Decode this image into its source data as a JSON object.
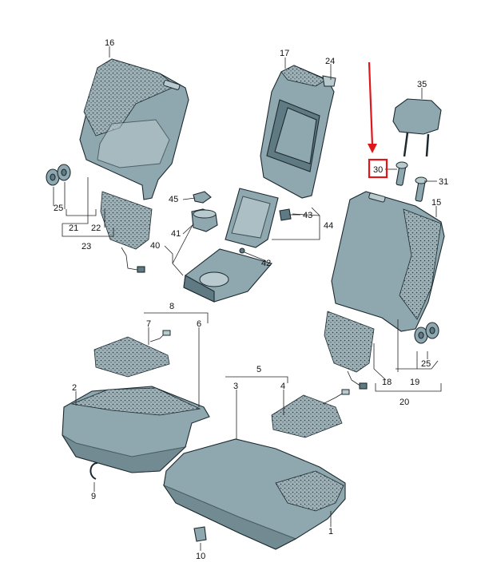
{
  "diagram": {
    "labels": {
      "p1": "1",
      "p2": "2",
      "p3": "3",
      "p4": "4",
      "p5": "5",
      "p6": "6",
      "p7": "7",
      "p8": "8",
      "p9": "9",
      "p10": "10",
      "p15": "15",
      "p16": "16",
      "p17": "17",
      "p18": "18",
      "p19": "19",
      "p20": "20",
      "p21": "21",
      "p22": "22",
      "p23": "23",
      "p24": "24",
      "p25a": "25",
      "p25b": "25",
      "p30": "30",
      "p31": "31",
      "p35": "35",
      "p40": "40",
      "p41": "41",
      "p42": "42",
      "p43": "43",
      "p44": "44",
      "p45": "45"
    },
    "highlight": {
      "color": "#e0161b",
      "target": "30"
    }
  }
}
